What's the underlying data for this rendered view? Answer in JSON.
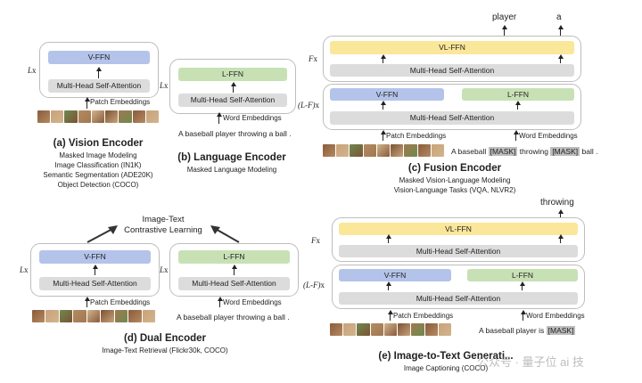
{
  "labels": {
    "vffn": "V-FFN",
    "lffn": "L-FFN",
    "vlffn": "VL-FFN",
    "mhsa": "Multi-Head Self-Attention",
    "patch_emb": "Patch Embeddings",
    "word_emb": "Word Embeddings"
  },
  "multipliers": {
    "l": "L",
    "x": "x",
    "f": "F",
    "lf": "(L-F)"
  },
  "vision": {
    "title": "(a) Vision Encoder",
    "lines": [
      "Masked Image Modeling",
      "Image Classification (IN1K)",
      "Semantic Segmentation (ADE20K)",
      "Object Detection (COCO)"
    ]
  },
  "language": {
    "title": "(b) Language Encoder",
    "lines": [
      "Masked Language Modeling"
    ],
    "sentence": "A  baseball  player  throwing  a  ball  ."
  },
  "fusion": {
    "title": "(c) Fusion Encoder",
    "lines": [
      "Masked Vision-Language Modeling",
      "Vision-Language Tasks (VQA, NLVR2)"
    ],
    "outputs": [
      "player",
      "a"
    ],
    "sentence_parts": [
      "A  baseball",
      "[MASK]",
      "throwing",
      "[MASK]",
      "ball  ."
    ]
  },
  "dual": {
    "title": "(d) Dual Encoder",
    "lines": [
      "Image-Text Retrieval (Flickr30k, COCO)"
    ],
    "objective": [
      "Image-Text",
      "Contrastive Learning"
    ],
    "sentence": "A  baseball  player  throwing  a  ball  ."
  },
  "i2t": {
    "title": "(e) Image-to-Text Generati...",
    "lines": [
      "Image Captioning (COCO)"
    ],
    "outputs": [
      "throwing"
    ],
    "sentence_parts": [
      "A  baseball  player  is",
      "[MASK]"
    ]
  },
  "watermark": "公众号 · 量子位 ai 技",
  "patch_colors": [
    "#8a5b3c",
    "#c9a27a",
    "#6f8a4e",
    "#b48a60",
    "#d2b48c",
    "#7a5233",
    "#a07850"
  ]
}
